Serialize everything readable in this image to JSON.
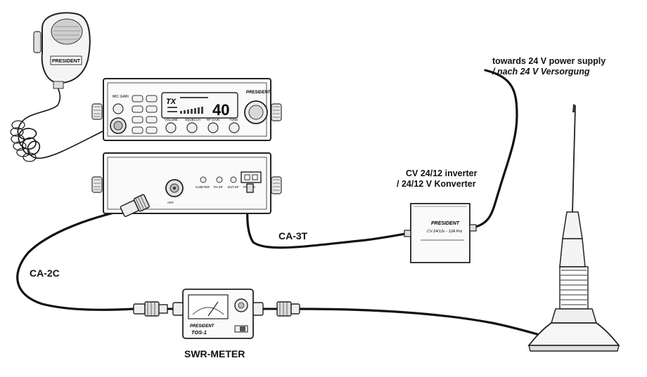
{
  "labels": {
    "power_line1": "towards 24 V power supply",
    "power_line2": "/ nach 24 V Versorgung",
    "inverter_line1": "CV 24/12 inverter",
    "inverter_line2": "/ 24/12 V Konverter",
    "ca3t": "CA-3T",
    "ca2c": "CA-2C",
    "swr_meter": "SWR-METER"
  },
  "devices": {
    "brand": "PRESIDENT",
    "radio": {
      "tx": "TX",
      "channel": "40",
      "mic_gain": "MIC GAIN",
      "knob_volume": "VOLUME",
      "knob_squelch": "SQUELCH",
      "knob_rf_gain": "RF GAIN",
      "knob_tone": "TONE",
      "back_ant": "ANT.",
      "back_smeter": "S.METER",
      "back_pa_sp": "PA SP",
      "back_ext_sp": "EXT.SP",
      "back_power": "POWER"
    },
    "swr": {
      "model": "TOS-1"
    },
    "inverter": {
      "model": "CV 24/12v - 12A Pro"
    }
  },
  "colors": {
    "line": "#1a1a1a",
    "cable": "#111111",
    "paper": "#ffffff"
  }
}
